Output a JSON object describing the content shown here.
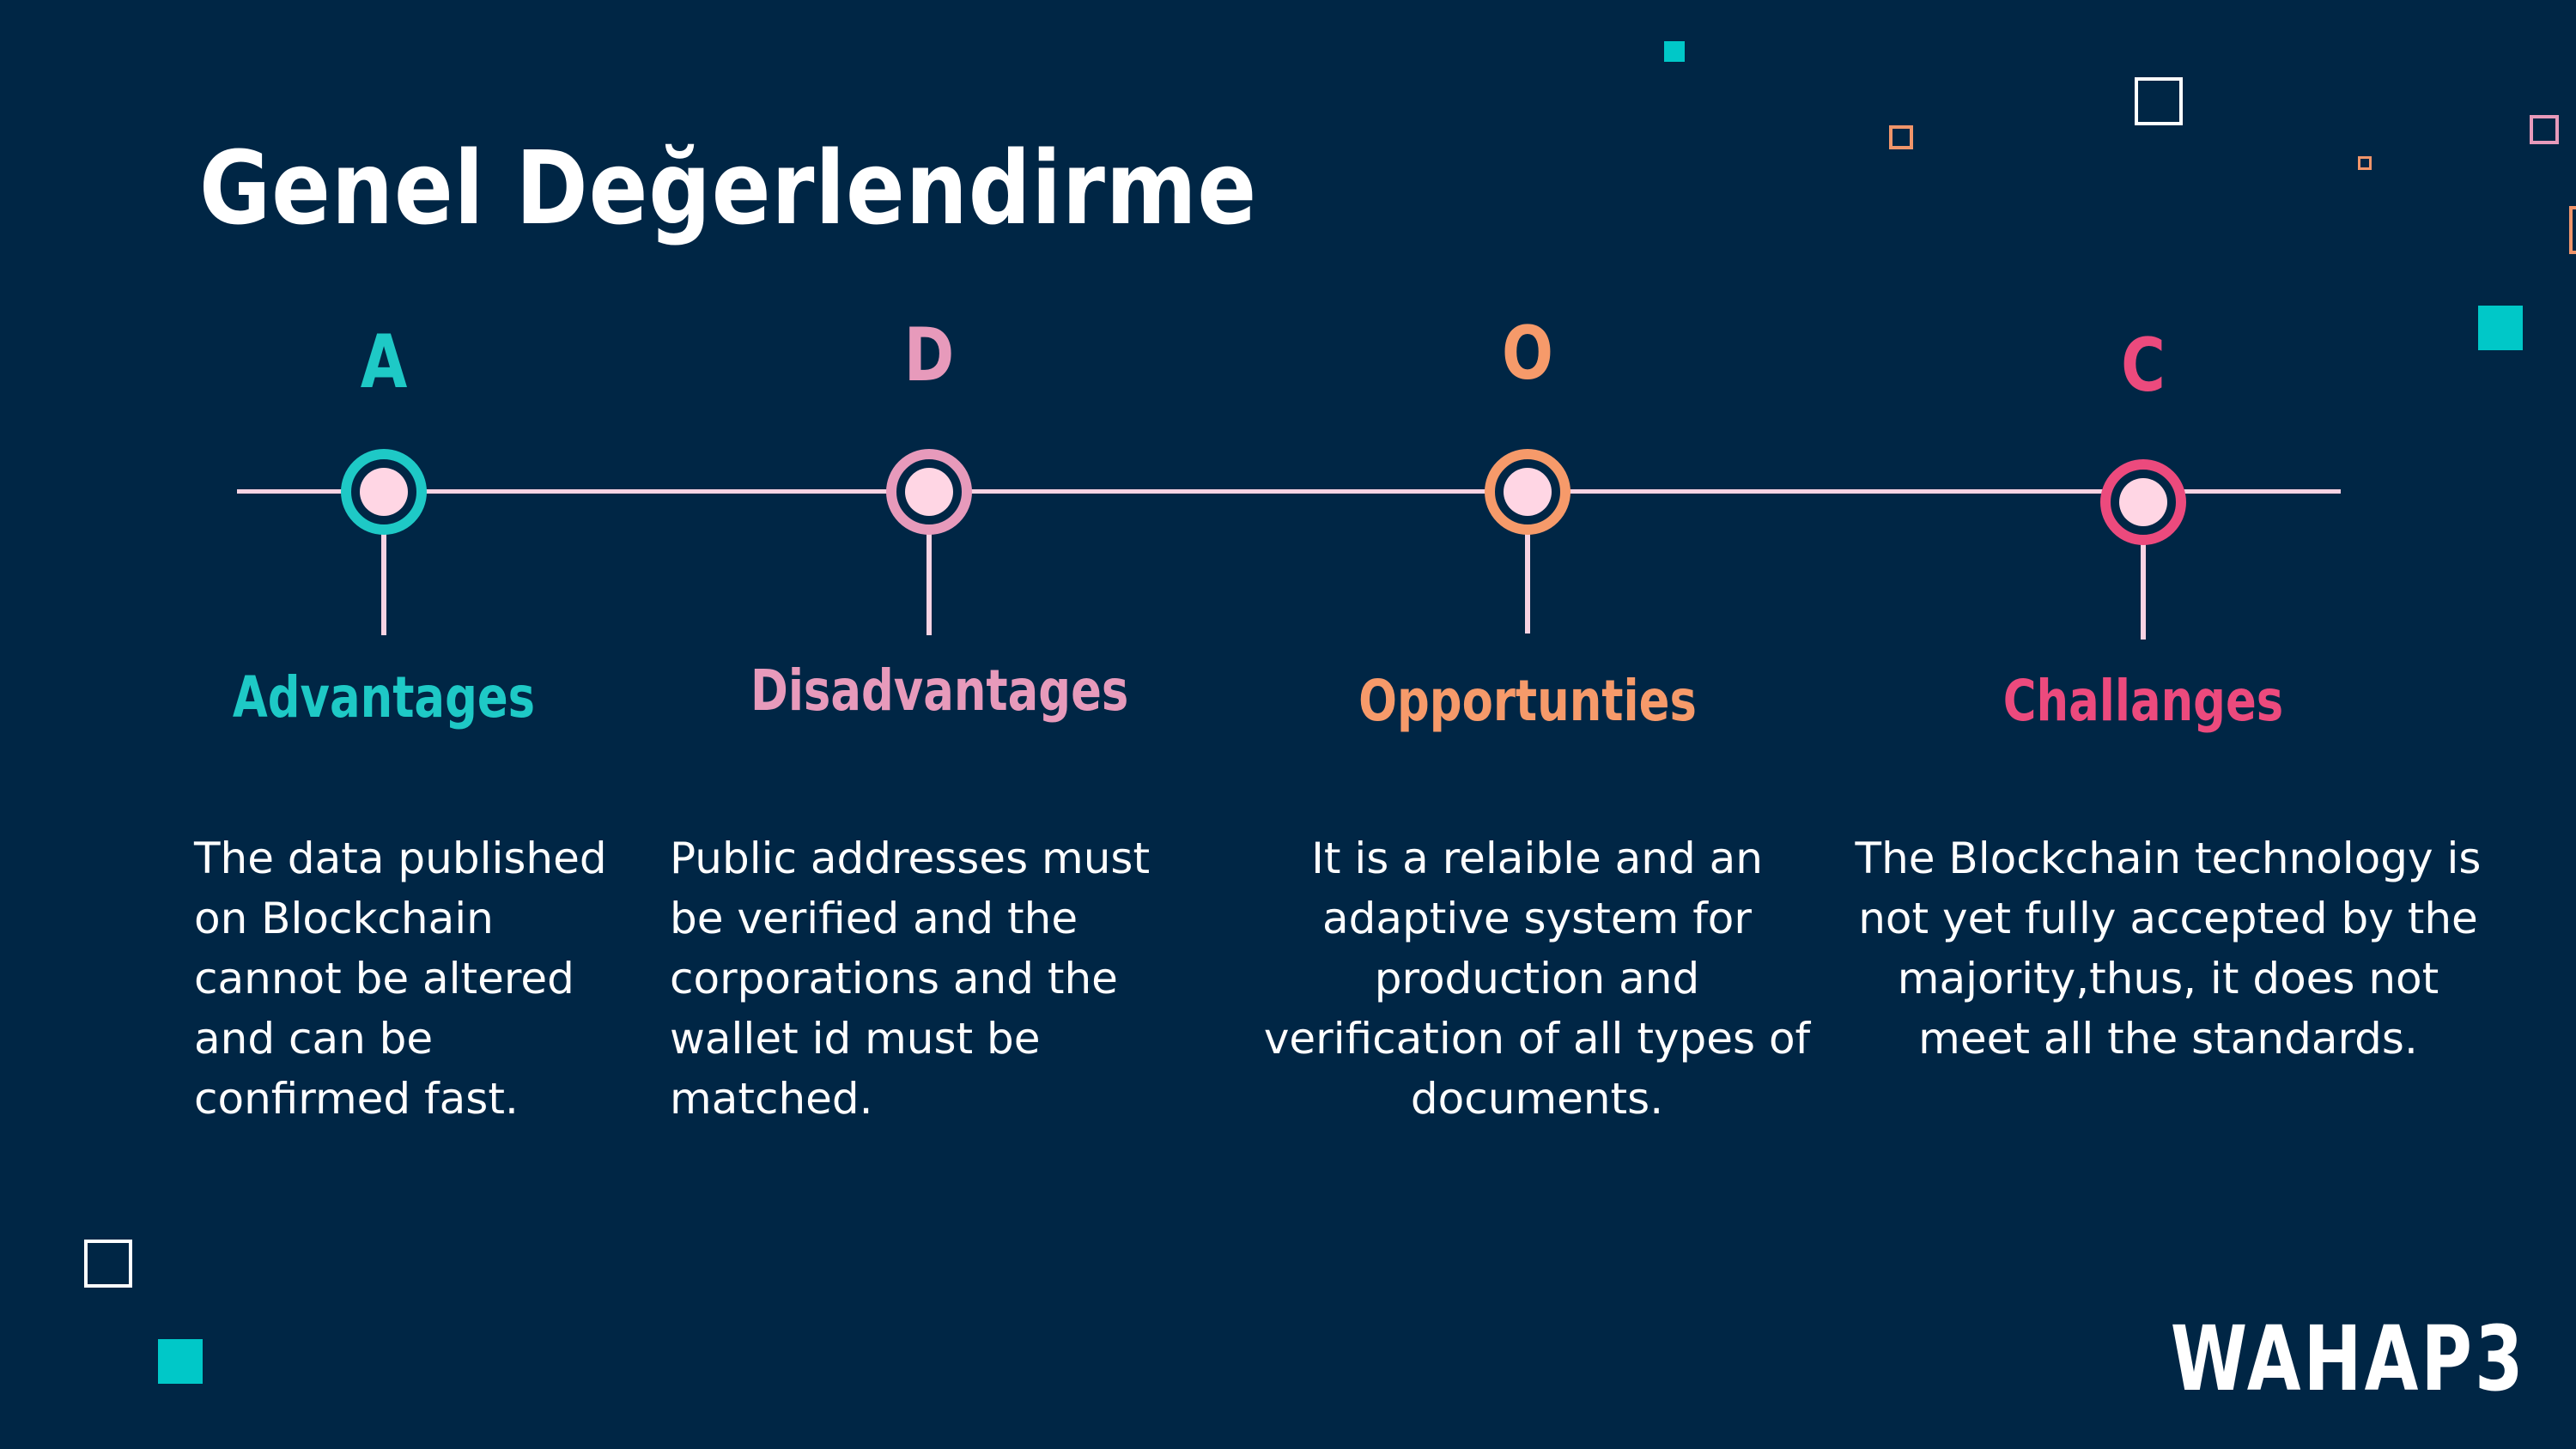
{
  "title": "Genel Değerlendirme",
  "items": [
    {
      "letter": "A",
      "heading": "Advantages",
      "color": "#1ec9c6",
      "text": "The data published on Blockchain cannot be altered and can be confirmed fast."
    },
    {
      "letter": "D",
      "heading": "Disadvantages",
      "color": "#e79abb",
      "text": "Public addresses must be verified and the corporations and the wallet id must be matched."
    },
    {
      "letter": "O",
      "heading": "Opportunties",
      "color": "#f69a6a",
      "text": "It is a relaible and an adaptive system for production and verification of all types of documents."
    },
    {
      "letter": "C",
      "heading": "Challanges",
      "color": "#ec4a7d",
      "text": "The Blockchain technology is not yet fully accepted by the majority,thus, it does not meet all the standards."
    }
  ],
  "logo": "WAHAP3",
  "colors": {
    "background": "#002645",
    "timeline": "#f8d3e3",
    "teal_accent": "#00c8c8",
    "orange_accent": "#f0956a"
  }
}
